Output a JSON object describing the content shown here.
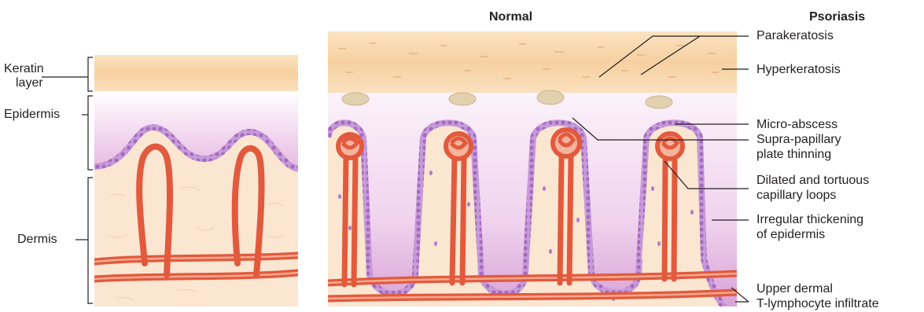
{
  "headers": {
    "normal": "Normal",
    "psoriasis": "Psoriasis"
  },
  "left_labels": {
    "keratin_line1": "Keratin",
    "keratin_line2": "layer",
    "epidermis": "Epidermis",
    "dermis": "Dermis"
  },
  "right_labels": {
    "parakeratosis": "Parakeratosis",
    "hyperkeratosis": "Hyperkeratosis",
    "micro_abscess": "Micro-abscess",
    "supra_line1": "Supra-papillary",
    "supra_line2": "plate thinning",
    "dilated_line1": "Dilated and tortuous",
    "dilated_line2": "capillary loops",
    "irregular_line1": "Irregular thickening",
    "irregular_line2": "of epidermis",
    "upper_line1": "Upper dermal",
    "upper_line2": "T-lymphocyte infiltrate"
  },
  "colors": {
    "keratin": "#f6d3a6",
    "dermis": "#fae3cc",
    "epidermis": "#e6b8df",
    "basal_cells": "#b27bc8",
    "vessel": "#e8573d",
    "vessel_highlight": "#f7a68a",
    "abscess": "#e2d1ae"
  }
}
